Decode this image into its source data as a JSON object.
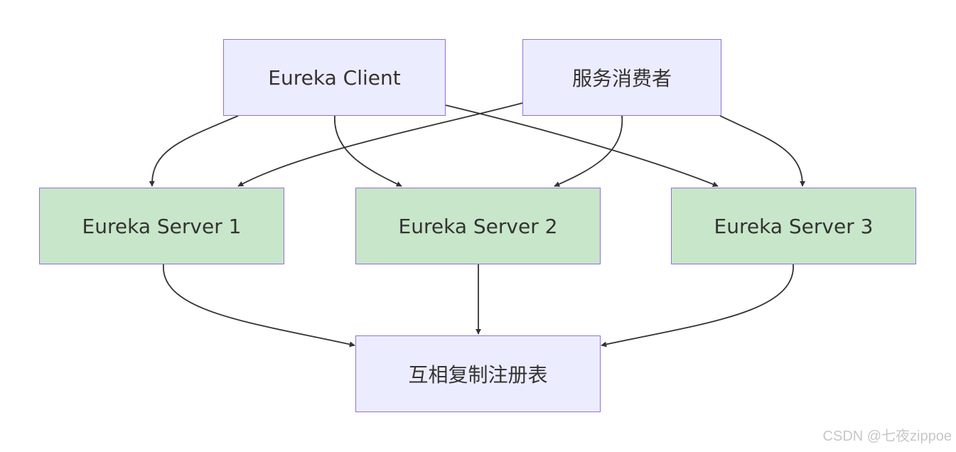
{
  "diagram": {
    "nodes": {
      "client": {
        "label": "Eureka Client",
        "fill": "#ececff"
      },
      "consumer": {
        "label": "服务消费者",
        "fill": "#ececff"
      },
      "server1": {
        "label": "Eureka Server 1",
        "fill": "#c8e6c9"
      },
      "server2": {
        "label": "Eureka Server 2",
        "fill": "#c8e6c9"
      },
      "server3": {
        "label": "Eureka Server 3",
        "fill": "#c8e6c9"
      },
      "registry": {
        "label": "互相复制注册表",
        "fill": "#ececff"
      }
    },
    "edges": [
      {
        "from": "Eureka Client",
        "to": "Eureka Server 1"
      },
      {
        "from": "Eureka Client",
        "to": "Eureka Server 2"
      },
      {
        "from": "Eureka Client",
        "to": "Eureka Server 3"
      },
      {
        "from": "服务消费者",
        "to": "Eureka Server 1"
      },
      {
        "from": "服务消费者",
        "to": "Eureka Server 2"
      },
      {
        "from": "服务消费者",
        "to": "Eureka Server 3"
      },
      {
        "from": "Eureka Server 1",
        "to": "互相复制注册表"
      },
      {
        "from": "Eureka Server 2",
        "to": "互相复制注册表"
      },
      {
        "from": "Eureka Server 3",
        "to": "互相复制注册表"
      }
    ],
    "colors": {
      "border": "#9370db",
      "edge": "#333333",
      "text": "#333333"
    }
  },
  "watermark": "CSDN @七夜zippoe"
}
